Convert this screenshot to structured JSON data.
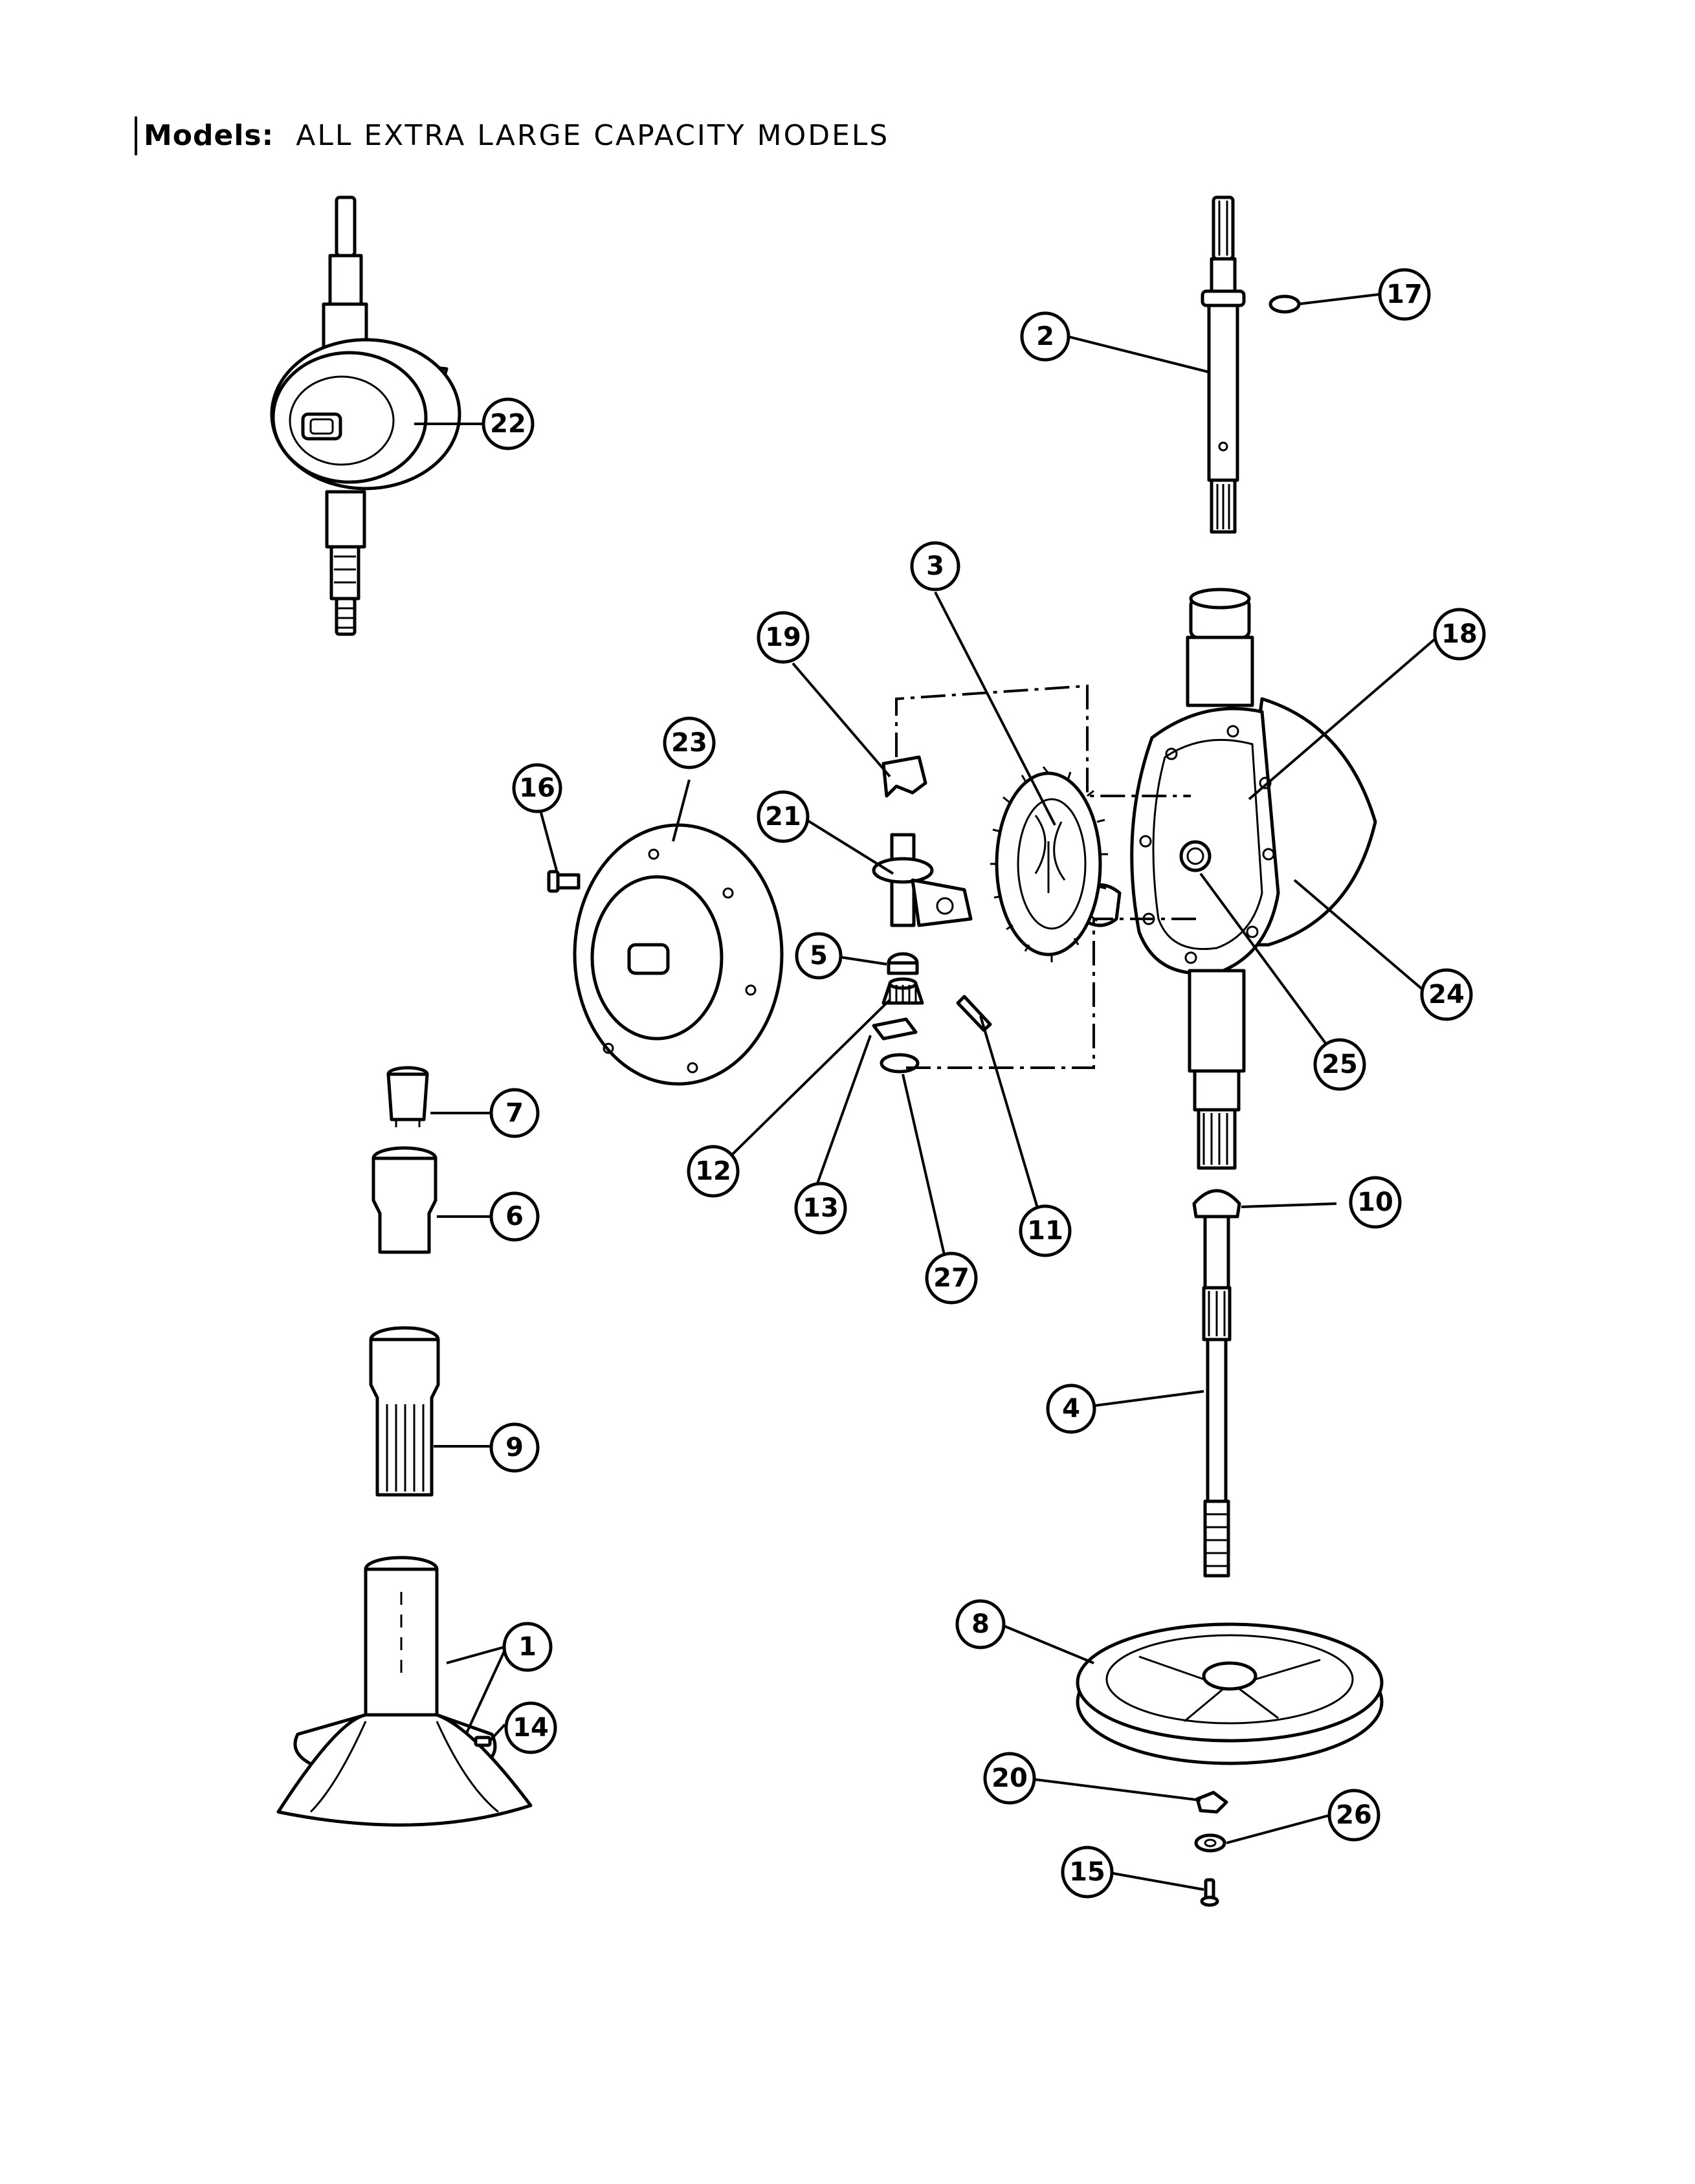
{
  "header": {
    "label": "Models:",
    "text": "ALL EXTRA LARGE CAPACITY MODELS"
  },
  "callouts": [
    {
      "id": "1",
      "label": "1"
    },
    {
      "id": "2",
      "label": "2"
    },
    {
      "id": "3",
      "label": "3"
    },
    {
      "id": "4",
      "label": "4"
    },
    {
      "id": "5",
      "label": "5"
    },
    {
      "id": "6",
      "label": "6"
    },
    {
      "id": "7",
      "label": "7"
    },
    {
      "id": "8",
      "label": "8"
    },
    {
      "id": "9",
      "label": "9"
    },
    {
      "id": "10",
      "label": "10"
    },
    {
      "id": "11",
      "label": "11"
    },
    {
      "id": "12",
      "label": "12"
    },
    {
      "id": "13",
      "label": "13"
    },
    {
      "id": "14",
      "label": "14"
    },
    {
      "id": "15",
      "label": "15"
    },
    {
      "id": "16",
      "label": "16"
    },
    {
      "id": "17",
      "label": "17"
    },
    {
      "id": "18",
      "label": "18"
    },
    {
      "id": "19",
      "label": "19"
    },
    {
      "id": "20",
      "label": "20"
    },
    {
      "id": "21",
      "label": "21"
    },
    {
      "id": "22",
      "label": "22"
    },
    {
      "id": "23",
      "label": "23"
    },
    {
      "id": "24",
      "label": "24"
    },
    {
      "id": "25",
      "label": "25"
    },
    {
      "id": "26",
      "label": "26"
    },
    {
      "id": "27",
      "label": "27"
    }
  ]
}
